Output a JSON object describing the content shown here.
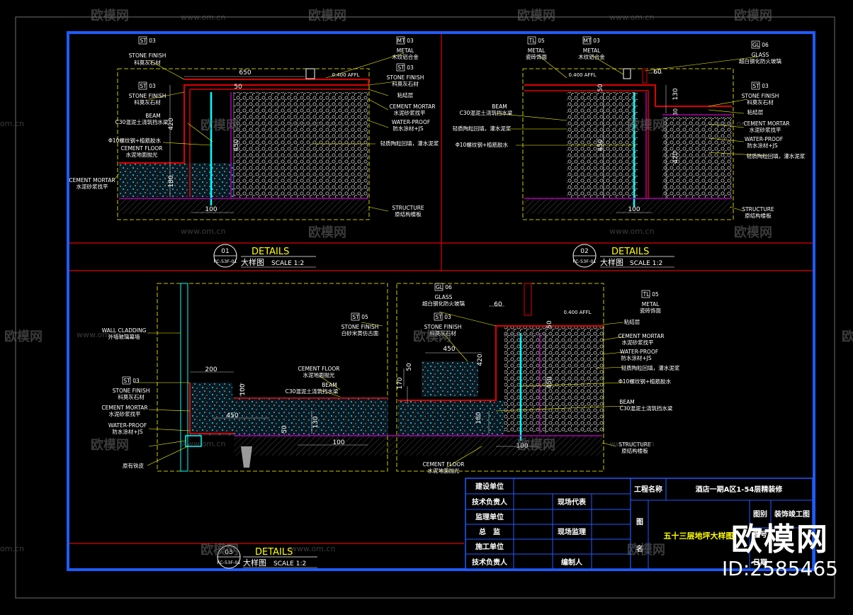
{
  "watermark": {
    "brand": "欧模网",
    "url": "www.om.cn",
    "brand_latin": "om.cn",
    "id_label": "ID:2585465"
  },
  "colors": {
    "background": "#000000",
    "frame": "#1e5bff",
    "red_line": "#e00000",
    "yellow_line": "#ffff00",
    "cyan": "#00ffff",
    "magenta": "#b000b0",
    "text": "#ffffff"
  },
  "details": [
    {
      "number": "01",
      "ref": "FC-53F-01",
      "title": "DETAILS",
      "subtitle": "大样图",
      "scale": "SCALE  1:2",
      "tags": [
        {
          "code": "ST",
          "num": "03",
          "label": "STONE FINISH",
          "cn": "科莫灰石材"
        },
        {
          "code": "ST",
          "num": "03",
          "label": "STONE FINISH",
          "cn": "科莫灰石材"
        },
        {
          "code": "MT",
          "num": "03",
          "label": "METAL",
          "cn": "木纹铝合金"
        },
        {
          "code": "ST",
          "num": "03",
          "label": "STONE FINISH",
          "cn": "科莫灰石材"
        }
      ],
      "notes": [
        {
          "en": "",
          "cn": "粘结层"
        },
        {
          "en": "CEMENT MORTAR",
          "cn": "水泥砂浆找平"
        },
        {
          "en": "WATER-PROOF",
          "cn": "防水涂材+JS"
        },
        {
          "en": "",
          "cn": "轻质陶粒回填，灌水泥浆"
        },
        {
          "en": "STRUCTURE",
          "cn": "原结构楼板"
        },
        {
          "en": "BEAM",
          "cn": "C30混泥土浇筑挡水梁"
        },
        {
          "en": "",
          "cn": "Φ10螺纹钢+植筋胶水"
        },
        {
          "en": "CEMENT FLOOR",
          "cn": "水泥地面抛光"
        },
        {
          "en": "CEMENT MORTAR",
          "cn": "水泥砂浆找平"
        }
      ],
      "dims": [
        "650",
        "0.400 AFFL",
        "50",
        "420",
        "450",
        "180",
        "100"
      ]
    },
    {
      "number": "02",
      "ref": "FC-53F-01",
      "title": "DETAILS",
      "subtitle": "大样图",
      "scale": "SCALE  1:2",
      "tags": [
        {
          "code": "TL",
          "num": "05",
          "label": "METAL",
          "cn": "瓷砖饰面"
        },
        {
          "code": "MT",
          "num": "03",
          "label": "METAL",
          "cn": "木纹铝合金"
        },
        {
          "code": "GL",
          "num": "06",
          "label": "GLASS",
          "cn": "超白钢化防火玻璃"
        },
        {
          "code": "ST",
          "num": "03",
          "label": "STONE FINISH",
          "cn": "科莫灰石材"
        }
      ],
      "notes": [
        {
          "en": "BEAM",
          "cn": "C30混泥土浇筑挡水梁"
        },
        {
          "en": "",
          "cn": "轻质陶粒回填，灌水泥浆"
        },
        {
          "en": "",
          "cn": "Φ10螺纹钢+植筋胶水"
        },
        {
          "en": "",
          "cn": "粘结层"
        },
        {
          "en": "CEMENT MORTAR",
          "cn": "水泥砂浆找平"
        },
        {
          "en": "WATER-PROOF",
          "cn": "防水涂材+JS"
        },
        {
          "en": "",
          "cn": "轻质陶粒回填，灌水泥浆"
        },
        {
          "en": "STRUCTURE",
          "cn": "原结构楼板"
        }
      ],
      "dims": [
        "60",
        "0.400 AFFL",
        "50",
        "130",
        "30",
        "450",
        "420",
        "100"
      ]
    },
    {
      "number": "03",
      "ref": "FC-53F-01",
      "title": "DETAILS",
      "subtitle": "大样图",
      "scale": "SCALE  1:2",
      "tags": [
        {
          "code": "ST",
          "num": "05",
          "label": "STONE FINISH",
          "cn": "白砂米黄仿古面"
        },
        {
          "code": "GL",
          "num": "06",
          "label": "GLASS",
          "cn": "超白钢化防火玻璃"
        },
        {
          "code": "ST",
          "num": "03",
          "label": "STONE FINISH",
          "cn": "科莫灰石材"
        },
        {
          "code": "TL",
          "num": "05",
          "label": "METAL",
          "cn": "瓷砖饰面"
        },
        {
          "code": "ST",
          "num": "03",
          "label": "STONE FINISH",
          "cn": "科莫灰石材"
        }
      ],
      "notes": [
        {
          "en": "WALL CLADDING",
          "cn": "外墙玻璃幕墙"
        },
        {
          "en": "CEMENT MORTAR",
          "cn": "水泥砂浆找平"
        },
        {
          "en": "WATER-PROOF",
          "cn": "防水涂材+JS"
        },
        {
          "en": "",
          "cn": "原有铁皮"
        },
        {
          "en": "CEMENT FLOOR",
          "cn": "水泥地面抛光"
        },
        {
          "en": "BEAM",
          "cn": "C30混泥土浇筑挡水梁"
        },
        {
          "en": "",
          "cn": "粘结层"
        },
        {
          "en": "CEMENT MORTAR",
          "cn": "水泥砂浆找平"
        },
        {
          "en": "WATER-PROOF",
          "cn": "防水涂材+JS"
        },
        {
          "en": "",
          "cn": "轻质陶粒回填，灌水泥浆"
        },
        {
          "en": "",
          "cn": "Φ10螺纹钢+植筋胶水"
        },
        {
          "en": "BEAM",
          "cn": "C30混泥土浇筑挡水梁"
        },
        {
          "en": "STRUCTURE",
          "cn": "原结构楼板"
        },
        {
          "en": "CEMENT FLOOR",
          "cn": "水泥地面抛光"
        }
      ],
      "dims": [
        "200",
        "100",
        "450",
        "50",
        "130",
        "100",
        "450",
        "60",
        "0.400 AFFL",
        "50",
        "420",
        "170",
        "50",
        "180",
        "450",
        "100"
      ]
    }
  ],
  "title_block": {
    "left_rows": [
      {
        "label": "建设单位",
        "mid": ""
      },
      {
        "label": "技术负责人",
        "mid": "现场代表"
      },
      {
        "label": "监理单位",
        "mid": ""
      },
      {
        "label": "总　监",
        "mid": "现场监理"
      },
      {
        "label": "施工单位",
        "mid": ""
      },
      {
        "label": "技术负责人",
        "mid": "编制人"
      }
    ],
    "project_label": "工程名称",
    "project_name": "酒店一期A区1-54层精装修",
    "drawing_label_1": "图",
    "drawing_label_2": "名",
    "drawing_name": "五十三层地坪大样图",
    "category_label": "图别",
    "category_value": "装饰竣工图",
    "extra_1": "图号",
    "extra_2": "日期"
  }
}
